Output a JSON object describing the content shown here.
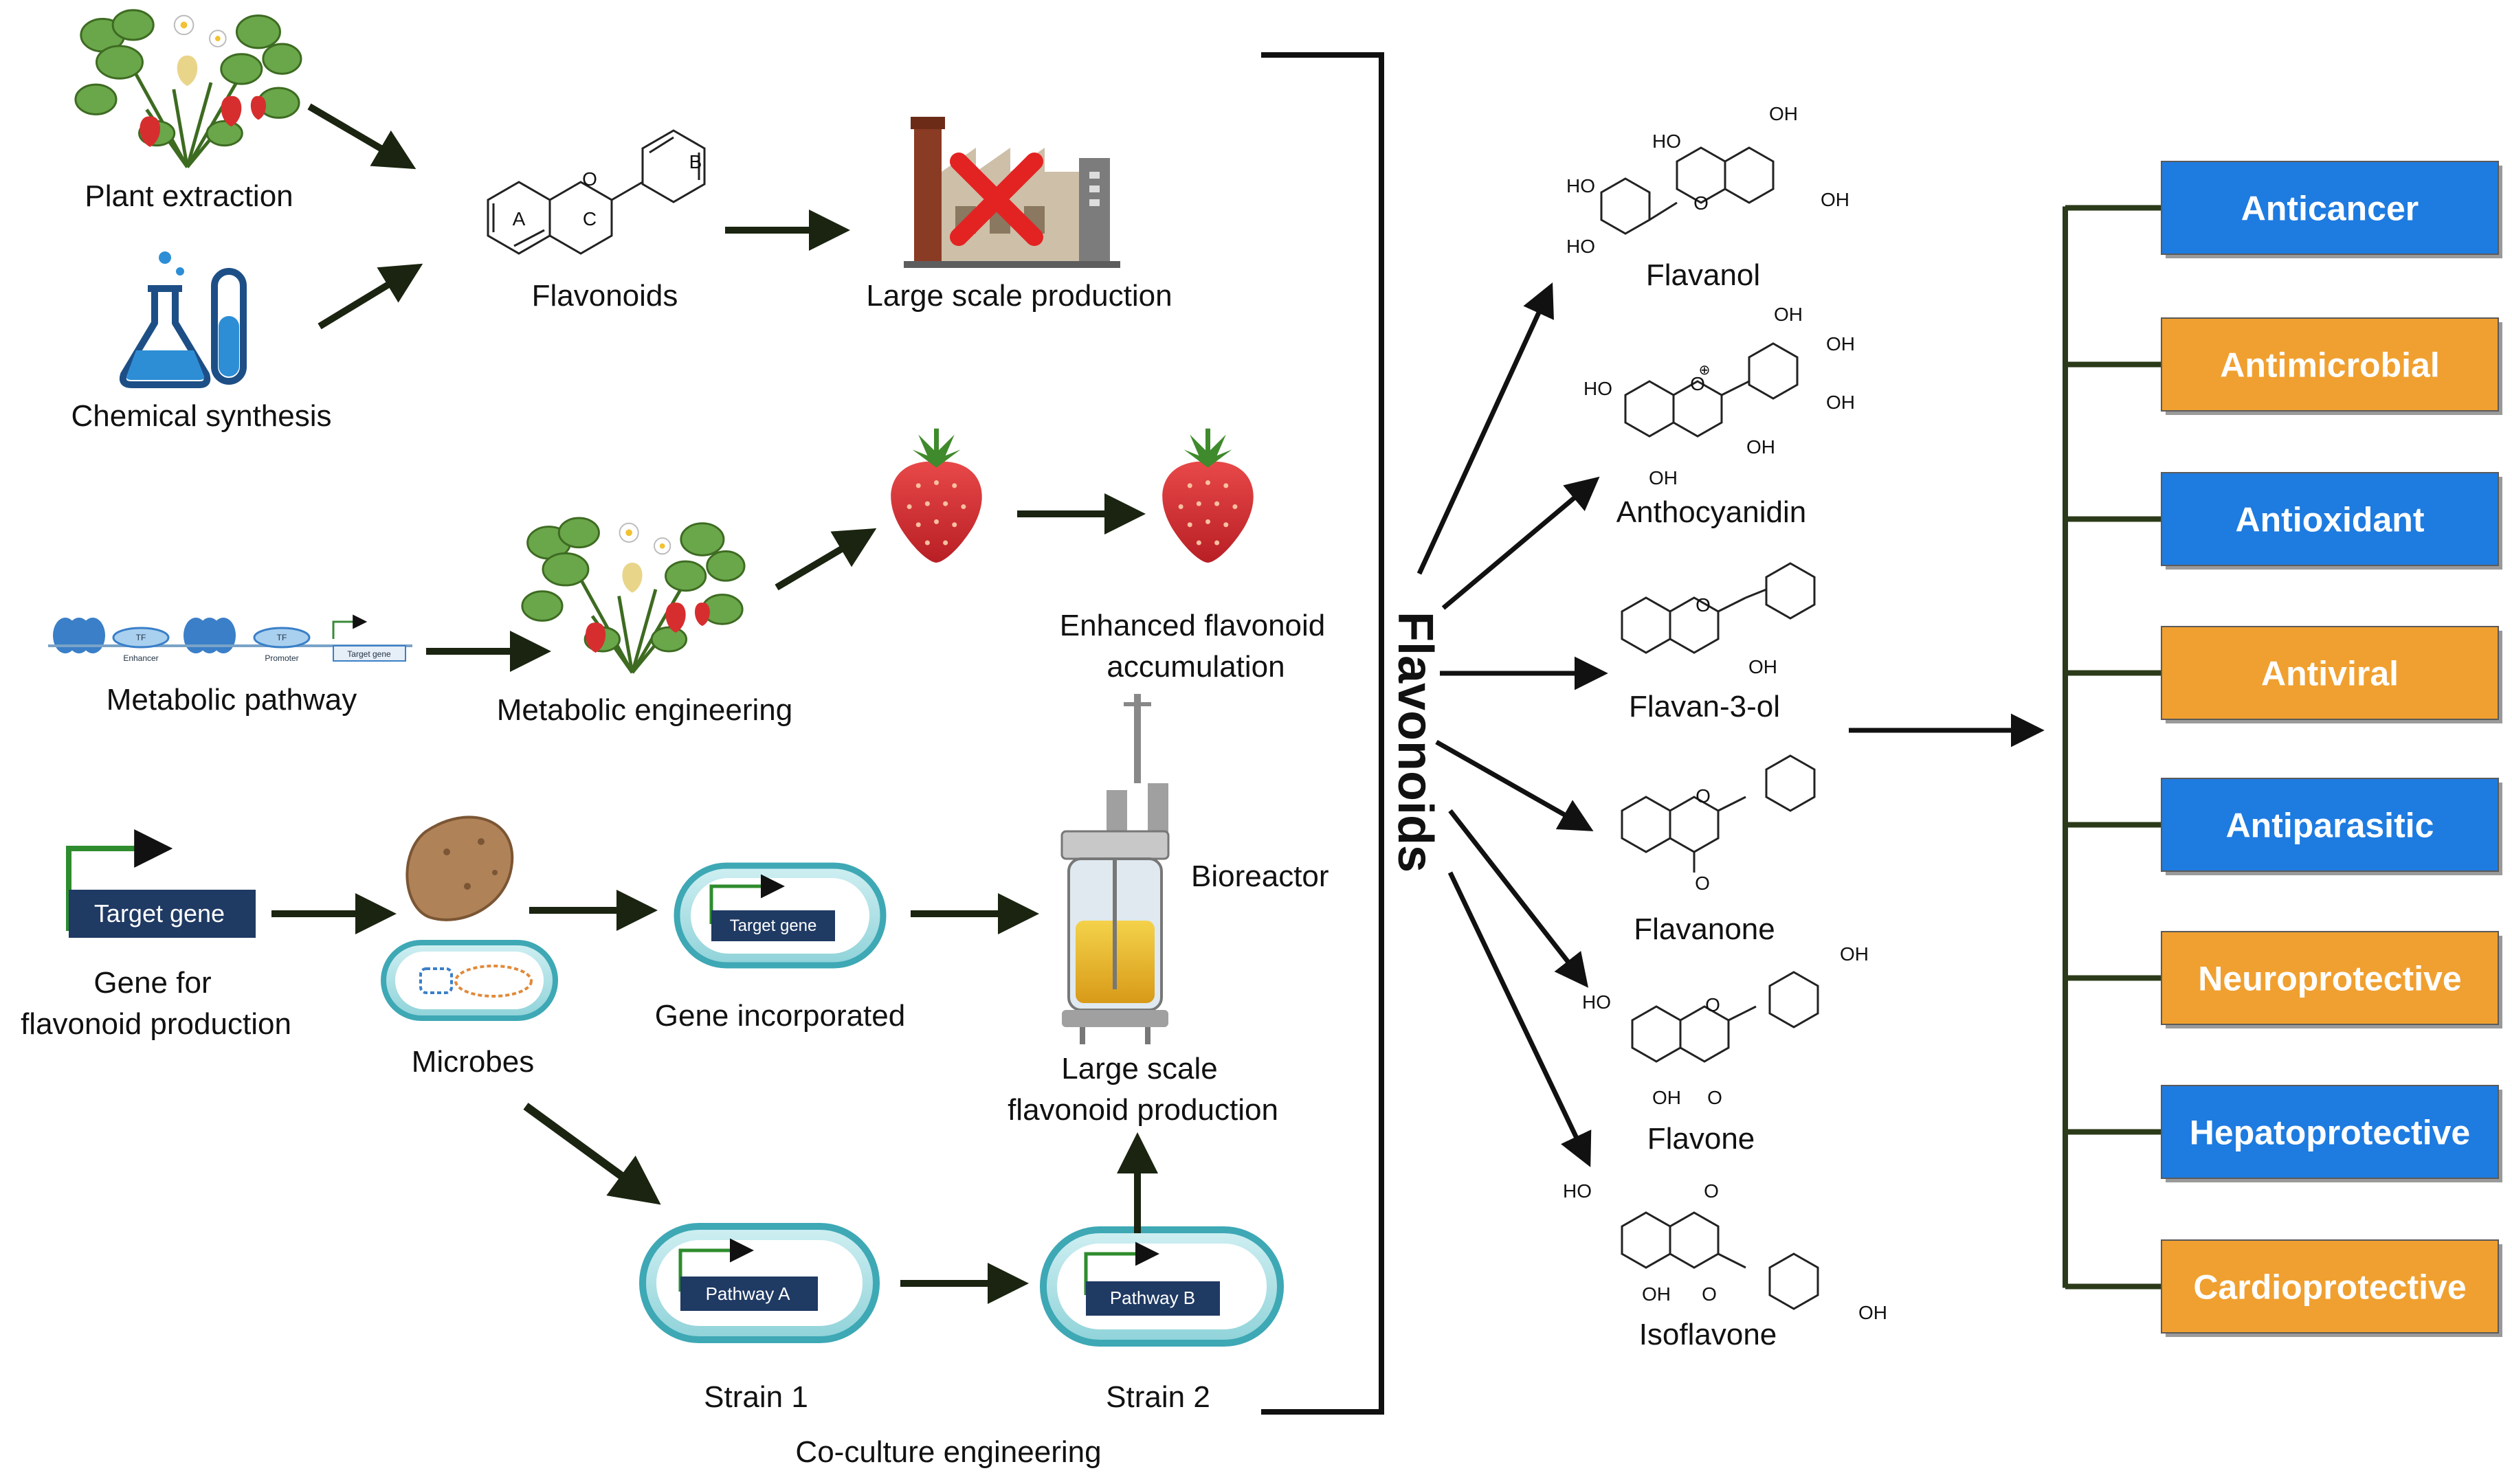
{
  "sources": {
    "plant_extraction": "Plant extraction",
    "chemical_synthesis": "Chemical synthesis",
    "flavonoids": "Flavonoids",
    "large_scale_production": "Large scale production",
    "ring_a": "A",
    "ring_b": "B",
    "ring_c": "C",
    "ring_o": "O"
  },
  "metabolic": {
    "pathway": "Metabolic pathway",
    "engineering": "Metabolic engineering",
    "enhanced_line1": "Enhanced flavonoid",
    "enhanced_line2": "accumulation",
    "tf": "TF",
    "enhancer": "Enhancer",
    "promoter": "Promoter",
    "target_gene_small": "Target gene"
  },
  "microbial": {
    "target_gene": "Target gene",
    "gene_for_line1": "Gene for",
    "gene_for_line2": "flavonoid production",
    "microbes": "Microbes",
    "gene_incorporated": "Gene incorporated",
    "gene_incorporated_box": "Target gene",
    "bioreactor": "Bioreactor",
    "large_scale_line1": "Large scale",
    "large_scale_line2": "flavonoid production",
    "pathway_a": "Pathway A",
    "pathway_b": "Pathway B",
    "strain1": "Strain 1",
    "strain2": "Strain 2",
    "coculture": "Co-culture engineering"
  },
  "vertical_label": "Flavonoids",
  "subclasses": [
    {
      "name": "Flavanol"
    },
    {
      "name": "Anthocyanidin"
    },
    {
      "name": "Flavan-3-ol"
    },
    {
      "name": "Flavanone"
    },
    {
      "name": "Flavone"
    },
    {
      "name": "Isoflavone"
    }
  ],
  "chem_labels": {
    "oh": "OH",
    "ho": "HO",
    "o": "O",
    "plus": "⊕"
  },
  "activities": [
    {
      "label": "Anticancer",
      "color": "#1e7be0"
    },
    {
      "label": "Antimicrobial",
      "color": "#f0a030"
    },
    {
      "label": "Antioxidant",
      "color": "#1e7be0"
    },
    {
      "label": "Antiviral",
      "color": "#f0a030"
    },
    {
      "label": "Antiparasitic",
      "color": "#1e7be0"
    },
    {
      "label": "Neuroprotective",
      "color": "#f0a030"
    },
    {
      "label": "Hepatoprotective",
      "color": "#1e7be0"
    },
    {
      "label": "Cardioprotective",
      "color": "#f0a030"
    }
  ],
  "icons": {
    "strawberry_plant": "strawberry-plant-icon",
    "lab_glassware": "flask-and-test-tube-icon",
    "factory": "factory-crossed-icon",
    "strawberry": "strawberry-icon",
    "bioreactor": "bioreactor-icon",
    "microbe": "microbe-cell-icon"
  },
  "colors": {
    "blue_box": "#1e7be0",
    "orange_box": "#f0a030",
    "arrow": "#1a2410",
    "gene_box": "#1f3a63"
  }
}
